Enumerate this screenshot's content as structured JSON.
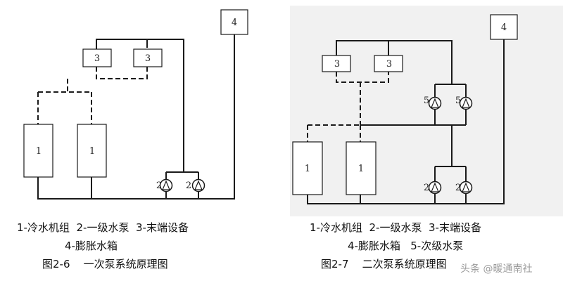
{
  "left_figure": {
    "labels": {
      "terminal_a": "3",
      "terminal_b": "3",
      "tank": "4",
      "chiller_a": "1",
      "chiller_b": "1",
      "pump_a": "2",
      "pump_b": "2"
    },
    "legend_line1": "1-冷水机组  2-一级水泵  3-末端设备",
    "legend_line2": "4-膨胀水箱",
    "caption": "图2-6    一次泵系统原理图"
  },
  "right_figure": {
    "labels": {
      "terminal_a": "3",
      "terminal_b": "3",
      "tank": "4",
      "chiller_a": "1",
      "chiller_b": "1",
      "primary_pump_a": "2",
      "primary_pump_b": "2",
      "secondary_pump_a": "5",
      "secondary_pump_b": "5"
    },
    "legend_line1": "1-冷水机组  2-一级水泵  3-末端设备",
    "legend_line2": "4-膨胀水箱   5-次级水泵",
    "caption": "图2-7    二次泵系统原理图"
  },
  "watermark": "头条 @暖通南社"
}
